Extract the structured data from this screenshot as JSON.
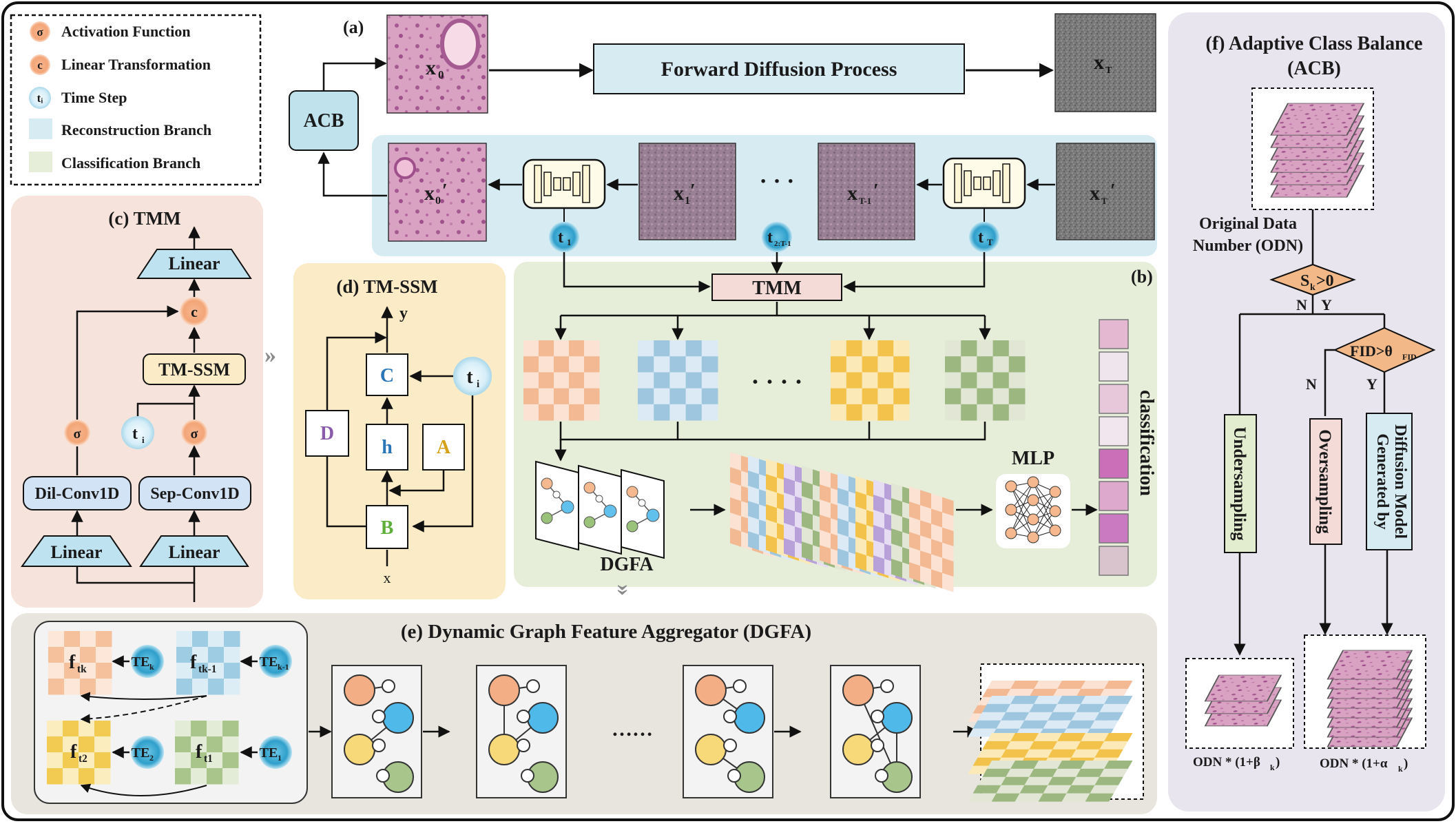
{
  "legend": {
    "activation": {
      "symbol": "σ",
      "label": "Activation Function"
    },
    "linear": {
      "symbol": "c",
      "label": "Linear Transformation"
    },
    "timestep": {
      "symbol": "tᵢ",
      "label": "Time Step"
    },
    "recon": {
      "label": "Reconstruction Branch"
    },
    "cls": {
      "label": "Classification Branch"
    }
  },
  "panel_a": {
    "tag": "(a)",
    "acb": "ACB",
    "x0": "x",
    "x0_sub": "0",
    "xT": "x",
    "xT_sub": "T",
    "forward": "Forward Diffusion Process",
    "x0p": "x",
    "x0p_sub": "0",
    "x1p": "x",
    "x1p_sub": "1",
    "xT1p": "x",
    "xT1p_sub": "T-1",
    "xTp": "x",
    "xTp_sub": "T",
    "prime": "′",
    "dots": "· · ·",
    "t1": "t",
    "t1_sub": "1",
    "t2": "t",
    "t2_sub": "2:T-1",
    "tT": "t",
    "tT_sub": "T"
  },
  "panel_b": {
    "tag": "(b)",
    "tmm": "TMM",
    "dots": "· · · ·",
    "dgfa": "DGFA",
    "mlp": "MLP",
    "classification": "classification"
  },
  "panel_c": {
    "title": "(c) TMM",
    "linear_top": "Linear",
    "c": "c",
    "tmssm": "TM-SSM",
    "sigma1": "σ",
    "sigma2": "σ",
    "ti": "t",
    "ti_sub": "i",
    "dilconv": "Dil-Conv1D",
    "sepconv": "Sep-Conv1D",
    "linear_l": "Linear",
    "linear_r": "Linear"
  },
  "panel_d": {
    "title": "(d) TM-SSM",
    "y": "y",
    "x": "x",
    "C": "C",
    "D": "D",
    "h": "h",
    "A": "A",
    "B": "B",
    "ti": "t",
    "ti_sub": "i"
  },
  "panel_e": {
    "title": "(e)  Dynamic Graph Feature Aggregator (DGFA)",
    "ftk": "f",
    "ftk_sub": "tk",
    "ftk1": "f",
    "ftk1_sub": "tk-1",
    "ft2": "f",
    "ft2_sub": "t2",
    "ft1": "f",
    "ft1_sub": "t1",
    "tek": "TE",
    "tek_sub": "k",
    "tek1": "TE",
    "tek1_sub": "k-1",
    "te2": "TE",
    "te2_sub": "2",
    "te1": "TE",
    "te1_sub": "1",
    "dots": "……"
  },
  "panel_f": {
    "title1": "(f) Adaptive Class Balance",
    "title2": "(ACB)",
    "odn1": "Original Data",
    "odn2": "Number (ODN)",
    "sk": "S",
    "sk_sub": "k",
    "sk_rest": ">0",
    "n1": "N",
    "y1": "Y",
    "fid": "FID>θ",
    "fid_sub": "FID",
    "n2": "N",
    "y2": "Y",
    "under": "Undersampling",
    "over": "Oversampling",
    "gen1": "Generated by",
    "gen2": "Diffusion Model",
    "out1": "ODN * (1+β",
    "out1_sub": "k",
    "out2": "ODN * (1+α",
    "out2_sub": "k",
    "close": ")"
  },
  "colors": {
    "recon_bg": "#d7ebf3",
    "cls_bg": "#e6edd9",
    "tmm_bg": "#f6e3dc",
    "tmssm_bg": "#fbecc7",
    "dgfa_bg": "#e8e5de",
    "acb_bg": "#e8e5ee",
    "orange": "#f6b98f",
    "blue_node": "#62c0ec",
    "teal": "#3ea9d1",
    "pink_box": "#f5dbd8"
  }
}
